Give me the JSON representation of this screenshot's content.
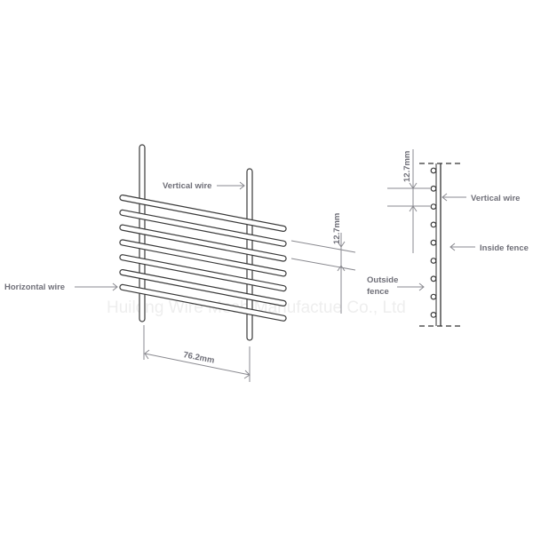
{
  "front_view": {
    "label_vertical_wire": "Vertical wire",
    "label_horizontal_wire": "Horizontal wire",
    "dim_wire_spacing": "12.7mm",
    "dim_vertical_spacing": "76.2mm",
    "horizontal_wire_count": 7,
    "vertical_wire_count": 2
  },
  "side_view": {
    "dim_spacing": "12.7mm",
    "label_vertical_wire": "Vertical wire",
    "label_inside_fence": "Inside fence",
    "label_outside_fence_line1": "Outside",
    "label_outside_fence_line2": "fence",
    "wire_count": 9
  },
  "watermark": "Huilong Wire Mesh Manufactue Co., Ltd",
  "colors": {
    "line": "#3a3a3a",
    "label": "#6f6f78",
    "dimension": "#8a8a90"
  }
}
